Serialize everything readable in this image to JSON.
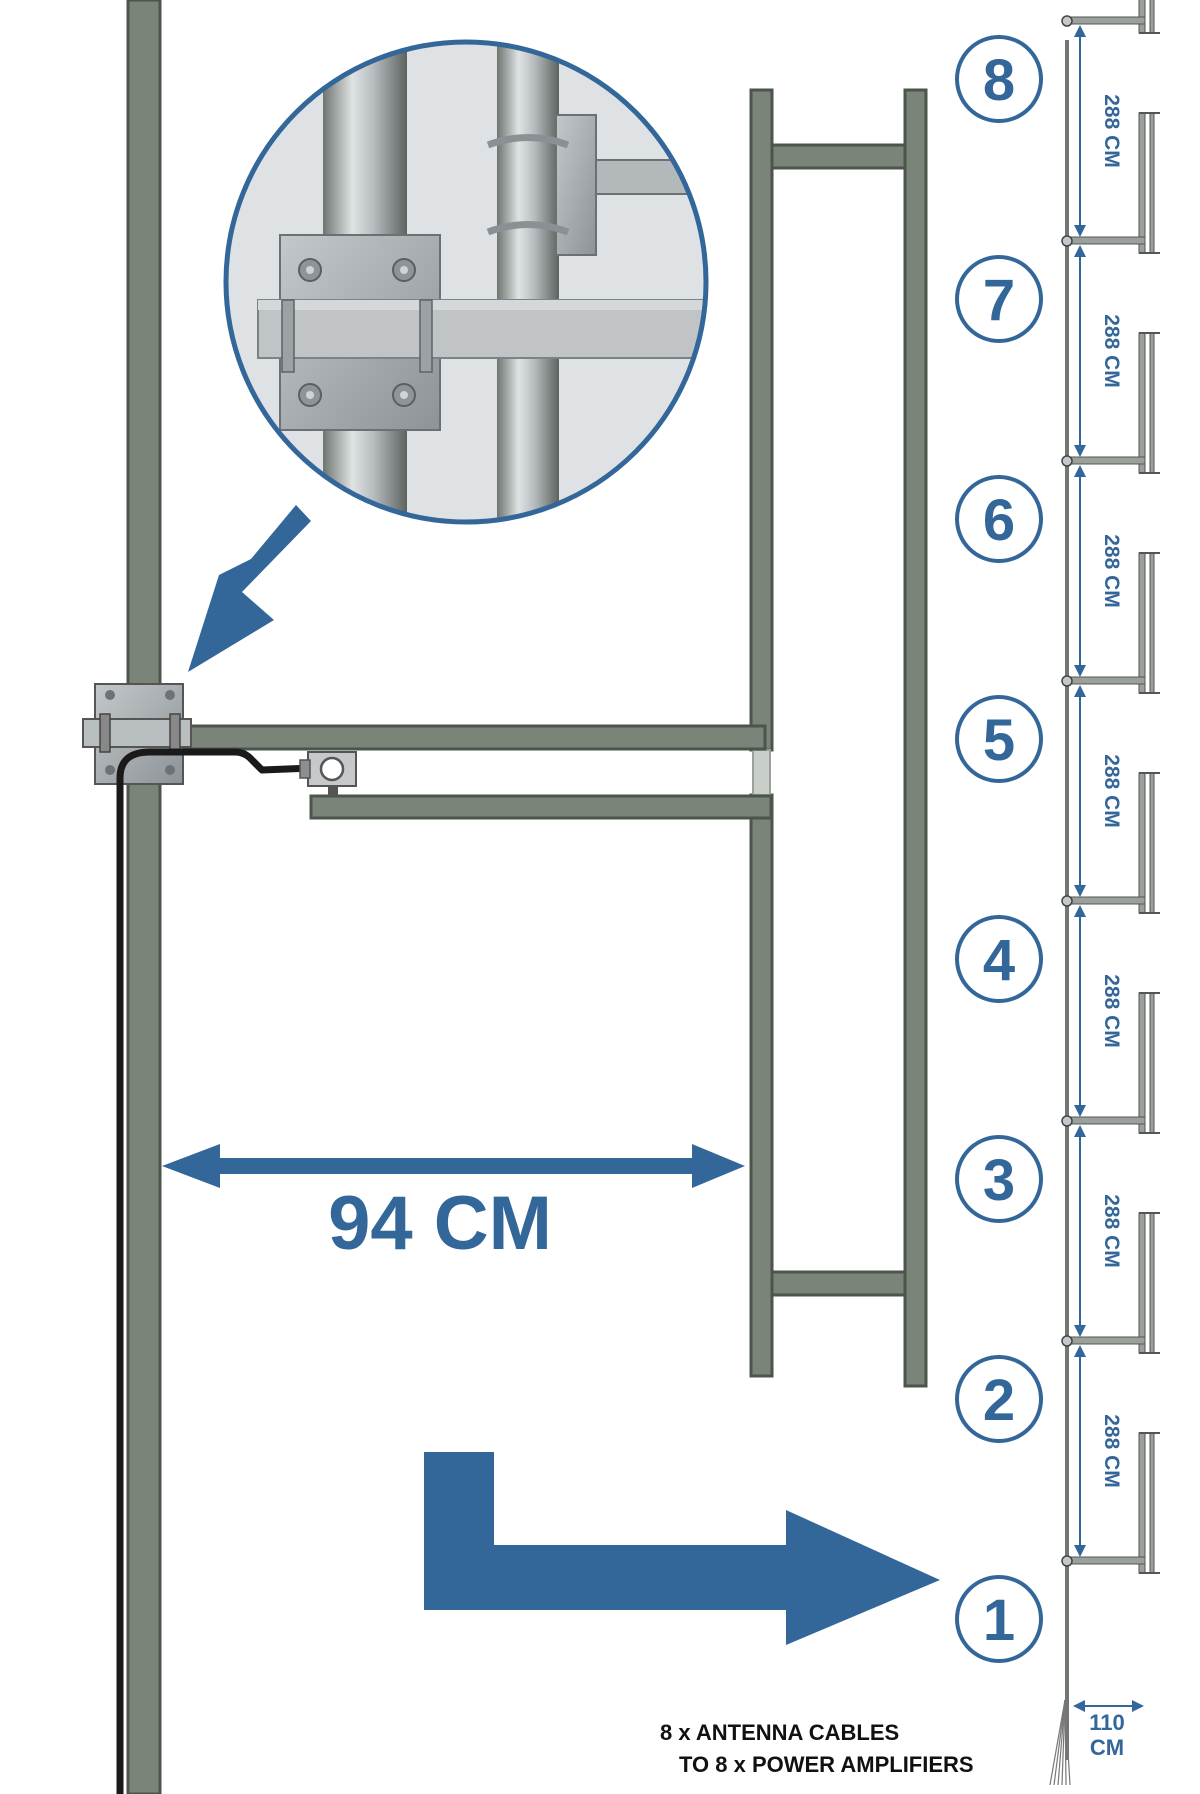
{
  "colors": {
    "accent": "#336699",
    "frame": "#7a8478",
    "frame_edge": "#4b554b",
    "cable": "#1a1a1a",
    "metal": "#a9aeb1"
  },
  "width_dimension": "94 CM",
  "bay_numbers": [
    "1",
    "2",
    "3",
    "4",
    "5",
    "6",
    "7",
    "8"
  ],
  "spacing_labels": [
    "288 CM",
    "288 CM",
    "288 CM",
    "288 CM",
    "288 CM",
    "288 CM",
    "288 CM"
  ],
  "element_width": {
    "line1": "110",
    "line2": "CM"
  },
  "caption": {
    "line1": "8 x ANTENNA CABLES",
    "line2": "TO 8 x POWER AMPLIFIERS"
  },
  "icons": {
    "detail_arrow": "arrow-down-left-icon",
    "feed_arrow": "bent-arrow-right-icon",
    "dimension_arrow": "double-headed-arrow-icon"
  }
}
